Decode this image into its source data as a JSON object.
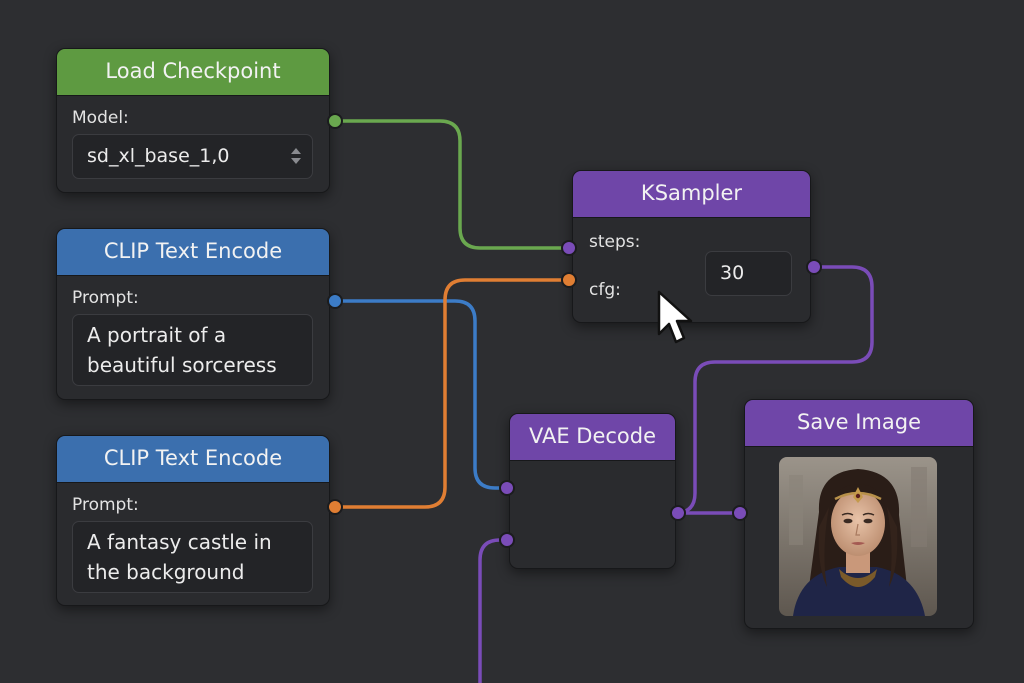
{
  "wires": {
    "model": "#6aa84f",
    "clip1": "#3c7cc7",
    "clip2": "#e07e33",
    "latent": "#7a4cb8",
    "image": "#7a4cb8",
    "vae": "#7a4cb8"
  },
  "load_checkpoint": {
    "title": "Load Checkpoint",
    "model_label": "Model:",
    "model_value": "sd_xl_base_1,0"
  },
  "clip_text_encode_1": {
    "title": "CLIP Text Encode",
    "prompt_label": "Prompt:",
    "prompt_value": "A portrait of a\nbeautiful sorceress"
  },
  "clip_text_encode_2": {
    "title": "CLIP Text Encode",
    "prompt_label": "Prompt:",
    "prompt_value": "A fantasy castle in\nthe background"
  },
  "ksampler": {
    "title": "KSampler",
    "steps_label": "steps:",
    "cfg_label": "cfg:",
    "steps_value": "30"
  },
  "vae_decode": {
    "title": "VAE Decode"
  },
  "save_image": {
    "title": "Save Image"
  }
}
